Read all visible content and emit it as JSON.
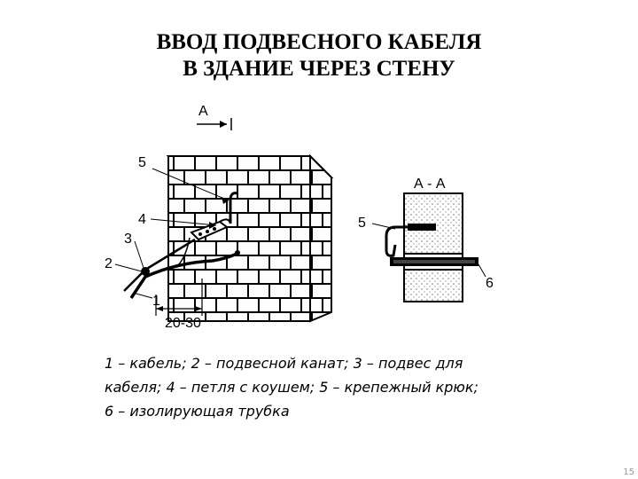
{
  "title": {
    "line1": "ВВОД ПОДВЕСНОГО КАБЕЛЯ",
    "line2": "В ЗДАНИЕ ЧЕРЕЗ СТЕНУ"
  },
  "labels": {
    "section_mark": "А",
    "section_title": "А - А",
    "n1": "1",
    "n2": "2",
    "n3": "3",
    "n4": "4",
    "n5": "5",
    "n5b": "5",
    "n6": "6",
    "dimension": "20-30"
  },
  "caption": {
    "line1": "1 – кабель; 2 – подвесной канат; 3 – подвес для",
    "line2": "кабеля; 4 – петля с коушем; 5 – крепежный крюк;",
    "line3": "6 – изолирующая трубка"
  },
  "page_number": "15"
}
